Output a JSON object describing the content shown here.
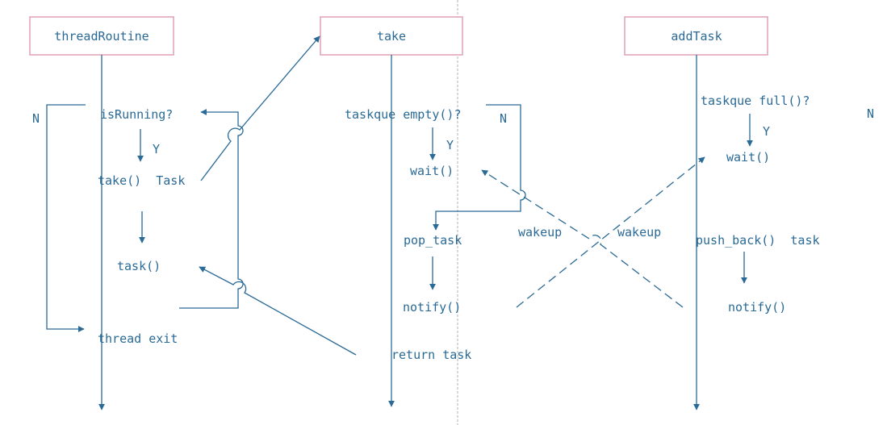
{
  "colors": {
    "line": "#2a6a96",
    "box_border": "#e0a0b4",
    "divider": "#b0b0b0",
    "text": "#2a6a96",
    "background": "#ffffff"
  },
  "headers": {
    "thread_routine": "threadRoutine",
    "take": "take",
    "add_task": "addTask"
  },
  "thread_routine": {
    "is_running": "isRunning?",
    "yes": "Y",
    "no": "N",
    "take_task": "take()  Task",
    "task_call": "task()",
    "thread_exit": "thread exit"
  },
  "take": {
    "queue_empty": "taskque empty()?",
    "yes": "Y",
    "no": "N",
    "wait": "wait()",
    "pop_task": "pop_task",
    "notify": "notify()",
    "return_task": "return task",
    "wakeup": "wakeup"
  },
  "add_task": {
    "queue_full": "taskque full()?",
    "yes": "Y",
    "no": "N",
    "wait": "wait()",
    "push_back": "push_back()  task",
    "notify": "notify()",
    "wakeup": "wakeup"
  }
}
